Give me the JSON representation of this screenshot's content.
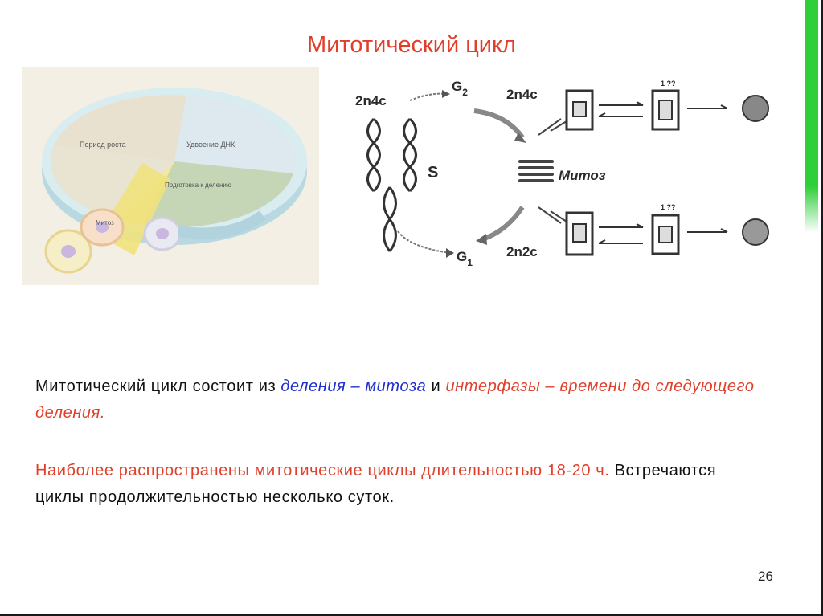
{
  "slide": {
    "title": "Митотический цикл",
    "page_number": "26",
    "accent_color": "#e0402b",
    "blue_color": "#1f2ecf",
    "bar_color": "#2fcf3a"
  },
  "left_figure": {
    "segments": [
      "Период роста",
      "Удвоение ДНК",
      "Подготовка к делению",
      "Митоз"
    ]
  },
  "right_figure": {
    "labels": {
      "top_left": "2n4c",
      "g2": "G",
      "g2_sub": "2",
      "top_mid": "2n4c",
      "s": "S",
      "mitosis": "Митоз",
      "g1": "G",
      "g1_sub": "1",
      "bottom_mid": "2n2c"
    }
  },
  "text": {
    "p1_a": "Митотический цикл состоит из ",
    "p1_b": "деления – ",
    "p1_c": "митоза",
    "p1_d": " и ",
    "p1_e": "интерфазы – времени до следующего деления.",
    "p2_a": "Наиболее распространены митотические циклы длительностью 18-20 ч.",
    "p2_b": " Встречаются циклы продолжительностью несколько суток."
  }
}
